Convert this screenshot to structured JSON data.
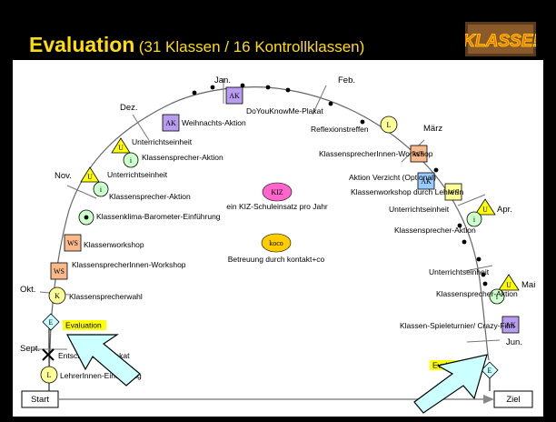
{
  "header": {
    "title": "Evaluation",
    "subtitle": "(31 Klassen / 16 Kontrollklassen)",
    "logo_text": "KLASSE!"
  },
  "months": {
    "sept": "Sept.",
    "okt": "Okt.",
    "nov": "Nov.",
    "dez": "Dez.",
    "jan": "Jan.",
    "feb": "Feb.",
    "maerz": "März",
    "apr": "Apr.",
    "mai": "Mai",
    "jun": "Jun."
  },
  "left_path": [
    {
      "label": "LehrerInnen-Einführung"
    },
    {
      "label": "Entscheidungsplakat"
    },
    {
      "label": "Evaluation"
    },
    {
      "label": "Klassensprecherwahl"
    },
    {
      "label": "KlassensprecherInnen-Workshop"
    },
    {
      "label": "Klassenworkshop"
    },
    {
      "label": "Klassenklima-Barometer-Einführung"
    },
    {
      "label": "Klassensprecher-Aktion"
    },
    {
      "label": "Unterrichtseinheit"
    },
    {
      "label": "Klassensprecher-Aktion"
    },
    {
      "label": "Unterrichtseinheit"
    },
    {
      "label": "Weihnachts-Aktion"
    },
    {
      "label": "DoYouKnowMe-Plakat"
    }
  ],
  "right_path": [
    {
      "label": "Reflexionstreffen"
    },
    {
      "label": "KlassensprecherInnen-Workshop"
    },
    {
      "label": "Aktion Verzicht (Optional)"
    },
    {
      "label": "Klassenworkshop durch LehrerIn"
    },
    {
      "label": "Unterrichtseinheit"
    },
    {
      "label": "Klassensprecher-Aktion"
    },
    {
      "label": "Unterrichtseinheit"
    },
    {
      "label": "Klassensprecher-Aktion"
    },
    {
      "label": "Klassen-Spieleturnier/ Crazy-Film"
    },
    {
      "label": "Evaluation"
    }
  ],
  "symbols": {
    "ak": "AK",
    "ws": "WS",
    "u": "U",
    "i": "i",
    "k": "K",
    "e": "E",
    "l": "L",
    "kiz": "KIZ",
    "koco": "koco"
  },
  "center": {
    "kiz_label": "ein KIZ-Schuleinsatz pro Jahr",
    "koco_label": "Betreuung durch kontakt+co"
  },
  "boxes": {
    "start": "Start",
    "ziel": "Ziel"
  },
  "colors": {
    "title": "#ffde00",
    "ak": "#b79cf0",
    "ws": "#f9b98a",
    "u_triangle": "#ffff00",
    "i_circle": "#ccffcc",
    "k_circle": "#ffff99",
    "e_diamond": "#ccffff",
    "kiz": "#ff66cc",
    "koco": "#ffcc00",
    "highlight": "#ffff00",
    "arrow": "#ccffff",
    "aktion_verzicht": "#99ccff"
  }
}
